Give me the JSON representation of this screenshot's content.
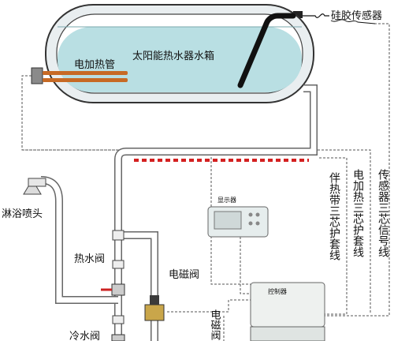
{
  "labels": {
    "tank": "太阳能热水器水箱",
    "heater_tube": "电加热管",
    "sensor": "硅胶传感器",
    "shower": "淋浴喷头",
    "display": "显示器",
    "hot_valve": "热水阀",
    "solenoid_valve": "电磁阀",
    "solenoid_valve_cable": "电磁阀",
    "controller": "控制器",
    "cold_valve": "冷水阀",
    "heat_tape_cable": "伴热带三芯护套线",
    "heater_cable": "电加热三芯护套线",
    "sensor_cable": "传感器三芯信号线"
  },
  "colors": {
    "water": "#b9dfe3",
    "tank_outline": "#333333",
    "pipe_fill": "#ffffff",
    "heat_tape": "#d42020",
    "cable": "#555555"
  }
}
